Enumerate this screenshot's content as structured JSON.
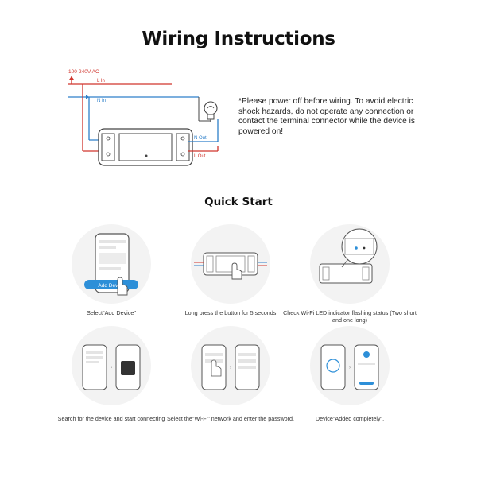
{
  "title": "Wiring Instructions",
  "wiring": {
    "voltage_label": "100-240V AC",
    "l_in": "L In",
    "n_in": "N In",
    "n_out": "N Out",
    "l_out": "L Out",
    "colors": {
      "live": "#d0342c",
      "neutral": "#2d7fc9",
      "device_line": "#444444"
    }
  },
  "note": "*Please power off before wiring. To avoid electric shock hazards, do not operate any connection or contact the terminal connector while the device is powered on!",
  "quick_start": {
    "title": "Quick Start",
    "add_device_button": "Add Device",
    "steps": [
      {
        "caption": "Select\"Add Device\""
      },
      {
        "caption": "Long press the button for 5 seconds"
      },
      {
        "caption": "Check Wi-Fi LED indicator flashing status (Two short and one long)"
      },
      {
        "caption": "Search for the device and start connecting"
      },
      {
        "caption": "Select the\"Wi-Fi\" network and enter the password."
      },
      {
        "caption": "Device\"Added completely\"."
      }
    ]
  }
}
